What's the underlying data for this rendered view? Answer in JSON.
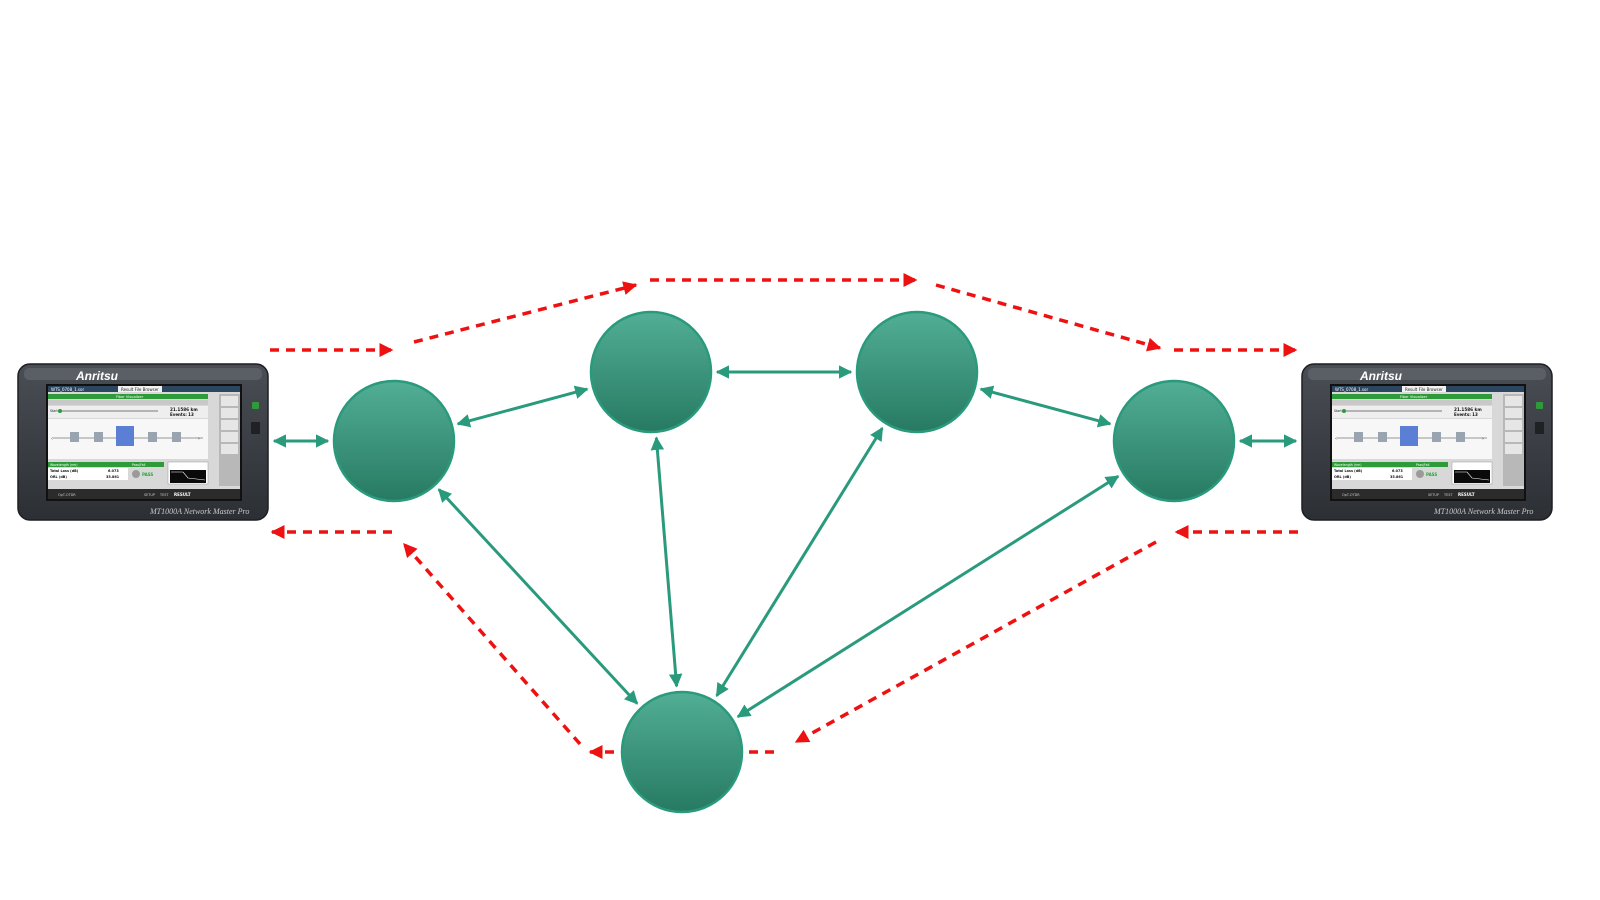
{
  "colors": {
    "node_top": "#52ae96",
    "node_bottom": "#277a62",
    "node_stroke": "#2a9a7c",
    "link": "#2a9a7c",
    "path": "#ee1111",
    "device_body": "#3a3e44",
    "screen_bg": "#d8d8d8",
    "screen_green": "#2e9a3a",
    "pass_green": "#22aa33"
  },
  "devices": {
    "left": {
      "brand": "Anritsu",
      "model": "MT1000A Network Master Pro",
      "screen": {
        "file_name": "WTS_0708_1.sor",
        "menu_title": "Result File Browser",
        "header_tab": "Fiber Visualizer",
        "distance_main": "21.1586 km",
        "events": "Events: 13",
        "start_label": "Start",
        "wavelength_header": "Wavelength (nm)",
        "total_loss_label": "Total Loss (dB)",
        "total_loss_value": "6.073",
        "orl_label": "ORL (dB)",
        "orl_value": "35.861",
        "pass_fail_header": "Pass/Fail",
        "pass_label": "PASS",
        "nav_setup": "SETUP",
        "nav_test": "TEST",
        "nav_result": "RESULT",
        "app_name": "OpT-OTDR"
      }
    },
    "right": {
      "brand": "Anritsu",
      "model": "MT1000A Network Master Pro",
      "screen": {
        "file_name": "WTS_0708_1.sor",
        "menu_title": "Result File Browser",
        "header_tab": "Fiber Visualizer",
        "distance_main": "21.1586 km",
        "events": "Events: 13",
        "start_label": "Start",
        "wavelength_header": "Wavelength (nm)",
        "total_loss_label": "Total Loss (dB)",
        "total_loss_value": "6.073",
        "orl_label": "ORL (dB)",
        "orl_value": "35.861",
        "pass_fail_header": "Pass/Fail",
        "pass_label": "PASS",
        "nav_setup": "SETUP",
        "nav_test": "TEST",
        "nav_result": "RESULT",
        "app_name": "OpT-OTDR"
      }
    }
  },
  "nodes": [
    "node-a",
    "node-b",
    "node-c",
    "node-d",
    "node-e"
  ],
  "links": [
    [
      "device-left",
      "node-a"
    ],
    [
      "node-a",
      "node-b"
    ],
    [
      "node-b",
      "node-c"
    ],
    [
      "node-c",
      "node-d"
    ],
    [
      "node-d",
      "device-right"
    ],
    [
      "node-a",
      "node-e"
    ],
    [
      "node-b",
      "node-e"
    ],
    [
      "node-c",
      "node-e"
    ],
    [
      "node-d",
      "node-e"
    ]
  ],
  "paths": {
    "upper": [
      "device-left",
      "node-a",
      "node-b",
      "node-c",
      "node-d",
      "device-right"
    ],
    "lower": [
      "device-right",
      "node-d",
      "node-e",
      "node-a",
      "device-left"
    ]
  }
}
